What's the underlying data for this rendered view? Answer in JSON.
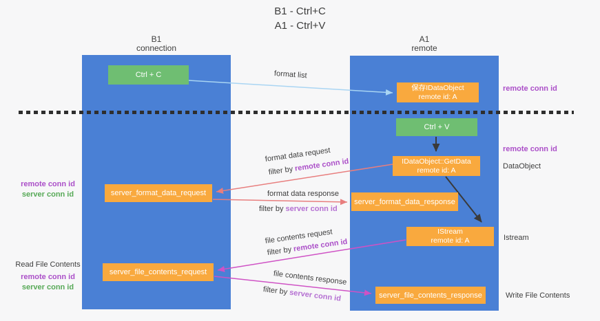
{
  "title": {
    "line1": "B1 - Ctrl+C",
    "line2": "A1 - Ctrl+V"
  },
  "lanes": {
    "left": {
      "name": "B1",
      "role": "connection"
    },
    "right": {
      "name": "A1",
      "role": "remote"
    }
  },
  "nodes": {
    "ctrl_c": {
      "label": "Ctrl + C"
    },
    "ctrl_v": {
      "label": "Ctrl + V"
    },
    "save_dataobject": {
      "line1": "保存IDataObject",
      "line2": "remote id: A"
    },
    "getdata": {
      "line1": "IDataObject::GetData",
      "line2": "remote id: A"
    },
    "istream": {
      "line1": "IStream",
      "line2": "remote id: A"
    },
    "format_request": {
      "label": "server_format_data_request"
    },
    "format_response": {
      "label": "server_format_data_response"
    },
    "file_request": {
      "label": "server_file_contents_request"
    },
    "file_response": {
      "label": "server_file_contents_response"
    }
  },
  "flow_labels": {
    "format_list": "format list",
    "format_data_request": "format data request",
    "format_data_request_filter_prefix": "filter by ",
    "format_data_request_filter_key": "remote conn id",
    "format_data_response": "format data response",
    "format_data_response_filter_prefix": "filter by ",
    "format_data_response_filter_key": "server conn id",
    "file_contents_request": "file contents request",
    "file_contents_request_filter_prefix": "filter by ",
    "file_contents_request_filter_key": "remote conn id",
    "file_contents_response": "file contents response",
    "file_contents_response_filter_prefix": "filter by ",
    "file_contents_response_filter_key": "server conn id"
  },
  "side_labels": {
    "right_top_remote_conn_id": "remote conn id",
    "right_mid_remote_conn_id": "remote conn id",
    "right_dataobject": "DataObject",
    "right_istream": "Istream",
    "right_write_file_contents": "Write File Contents",
    "left_mid_remote_conn_id": "remote conn id",
    "left_mid_server_conn_id": "server conn id",
    "left_read_file_contents": "Read File Contents",
    "left_bottom_remote_conn_id": "remote conn id",
    "left_bottom_server_conn_id": "server conn id"
  },
  "colors": {
    "lane_blue": "#4a80d5",
    "node_green": "#6fbe72",
    "node_orange": "#f9a93e",
    "remote_conn_purple": "#ab4fc8",
    "server_conn_green": "#57a957",
    "server_conn_purple": "#b570d2",
    "arrow_blue": "#a9d5f3",
    "arrow_salmon": "#e87e7e",
    "arrow_magenta": "#cf52c5",
    "arrow_black": "#3a3a3a",
    "text_dark": "#3d3d3d",
    "background": "#f7f7f8"
  }
}
